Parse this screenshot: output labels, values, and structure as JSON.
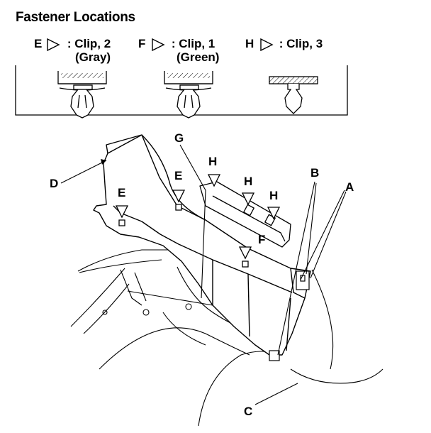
{
  "title": "Fastener Locations",
  "legend": [
    {
      "letter": "E",
      "label": ": Clip, 2",
      "sub": "(Gray)"
    },
    {
      "letter": "F",
      "label": ": Clip, 1",
      "sub": "(Green)"
    },
    {
      "letter": "H",
      "label": ": Clip, 3",
      "sub": ""
    }
  ],
  "callouts": {
    "A": "A",
    "B": "B",
    "C": "C",
    "D": "D",
    "E1": "E",
    "E2": "E",
    "F": "F",
    "G": "G",
    "H1": "H",
    "H2": "H",
    "H3": "H"
  }
}
